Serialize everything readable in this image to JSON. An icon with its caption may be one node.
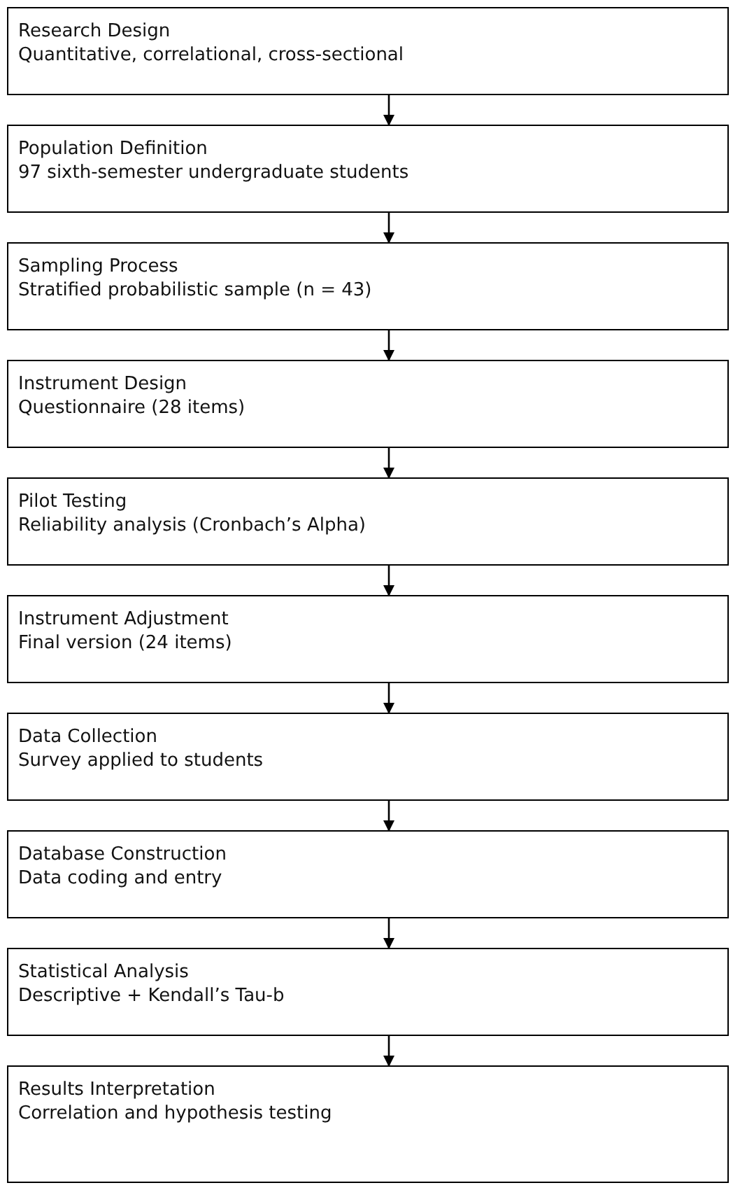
{
  "diagram": {
    "nodes": [
      {
        "text": [
          "Research Design",
          "Quantitative, correlational, cross-sectional"
        ]
      },
      {
        "text": [
          "Population Definition",
          "97 sixth-semester undergraduate students"
        ]
      },
      {
        "text": [
          "Sampling Process",
          "Stratified probabilistic sample (n = 43)"
        ]
      },
      {
        "text": [
          "Instrument Design",
          "Questionnaire (28 items)"
        ]
      },
      {
        "text": [
          "Pilot Testing",
          "Reliability analysis (Cronbach’s Alpha)"
        ]
      },
      {
        "text": [
          "Instrument Adjustment",
          "Final version (24 items)"
        ]
      },
      {
        "text": [
          "Data Collection",
          "Survey applied to students"
        ]
      },
      {
        "text": [
          "Database Construction",
          "Data coding and entry"
        ]
      },
      {
        "text": [
          "Statistical Analysis",
          "Descriptive + Kendall’s Tau-b"
        ]
      },
      {
        "text": [
          "Results Interpretation",
          "Correlation and hypothesis testing"
        ]
      }
    ],
    "edges": [
      {
        "from": 0,
        "to": 1,
        "arrow": "to"
      },
      {
        "from": 1,
        "to": 2,
        "arrow": "to"
      },
      {
        "from": 2,
        "to": 3,
        "arrow": "to"
      },
      {
        "from": 3,
        "to": 4,
        "arrow": "to"
      },
      {
        "from": 4,
        "to": 5,
        "arrow": "to"
      },
      {
        "from": 5,
        "to": 6,
        "arrow": "to"
      },
      {
        "from": 6,
        "to": 7,
        "arrow": "to"
      },
      {
        "from": 7,
        "to": 8,
        "arrow": "to"
      },
      {
        "from": 8,
        "to": 9,
        "arrow": "to"
      }
    ]
  }
}
